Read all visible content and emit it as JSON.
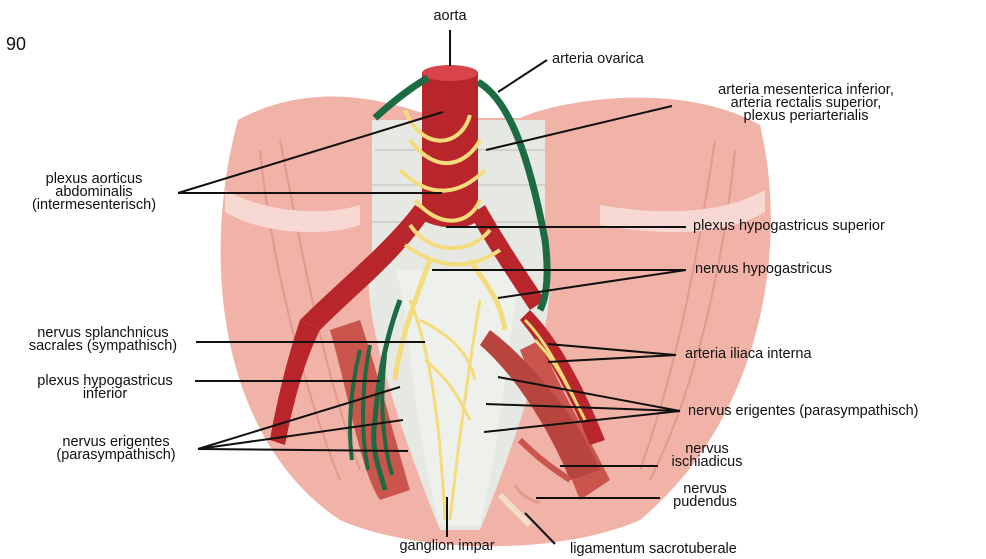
{
  "page_number": "90",
  "labels": {
    "aorta": "aorta",
    "arteria_ovarica": "arteria ovarica",
    "arteria_mesenterica": [
      "arteria mesenterica inferior,",
      "arteria rectalis superior,",
      "plexus periarterialis"
    ],
    "plexus_aorticus": [
      "plexus aorticus",
      "abdominalis",
      "(intermesenterisch)"
    ],
    "plexus_hypogastricus_superior": "plexus hypogastricus superior",
    "nervus_hypogastricus": "nervus hypogastricus",
    "nervus_splanchnicus": [
      "nervus splanchnicus",
      "sacrales (sympathisch)"
    ],
    "arteria_iliaca_interna": "arteria iliaca interna",
    "plexus_hypogastricus_inferior": [
      "plexus hypogastricus",
      "inferior"
    ],
    "nervus_erigentes_right": "nervus erigentes (parasympathisch)",
    "nervus_erigentes_left": [
      "nervus erigentes",
      "(parasympathisch)"
    ],
    "nervus_ischiadicus": [
      "nervus",
      "ischiadicus"
    ],
    "nervus_pudendus": [
      "nervus",
      "pudendus"
    ],
    "ganglion_impar": "ganglion impar",
    "ligamentum_sacrotuberale": "ligamentum sacrotuberale"
  },
  "colors": {
    "muscle": "#f1b2a7",
    "muscle_dark": "#e39a8e",
    "artery": "#b8262b",
    "artery_dark": "#8f1a1f",
    "nerve": "#f4dc7c",
    "sympathetic": "#1d6b43",
    "bone": "#e6e8e4",
    "deep_muscle": "#c9554c"
  }
}
